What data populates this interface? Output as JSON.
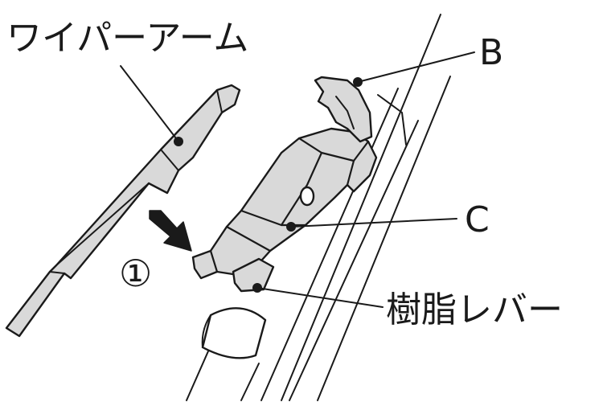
{
  "labels": {
    "wiper_arm": "ワイパーアーム",
    "b": "B",
    "c": "C",
    "resin_lever": "樹脂レバー",
    "step": "①"
  },
  "colors": {
    "line": "#1a1a1a",
    "part_fill": "#d9d9d9",
    "background": "#ffffff"
  }
}
